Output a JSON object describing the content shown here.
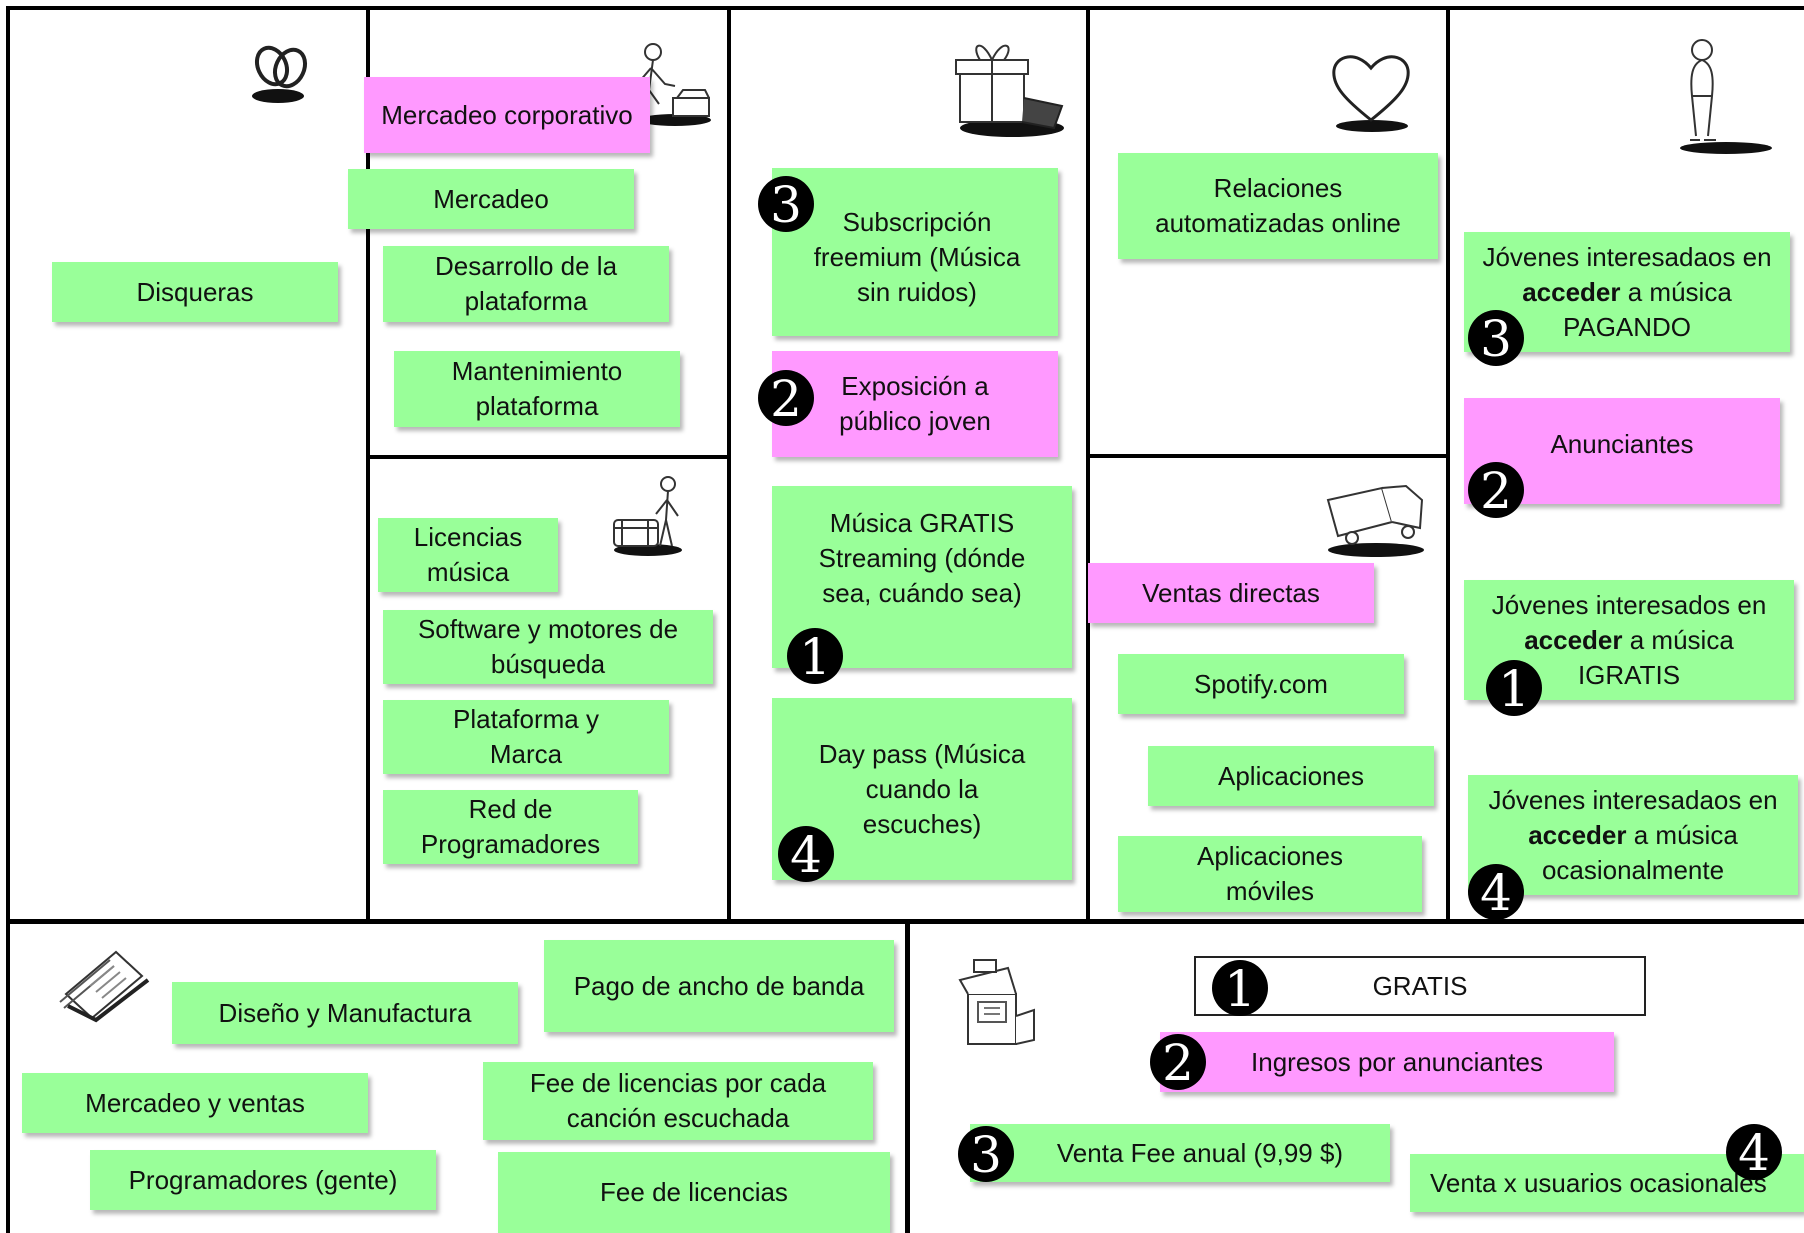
{
  "colors": {
    "green_note": "#99ff99",
    "pink_note": "#ff99ff",
    "border": "#000000"
  },
  "blocks": {
    "key_partners": {
      "icon": "linked-rings-icon",
      "notes": [
        "Disqueras"
      ]
    },
    "key_activities": {
      "icon": "person-building-icon",
      "notes": [
        "Mercadeo corporativo",
        "Mercadeo",
        "Desarrollo de la plataforma",
        "Mantenimiento plataforma"
      ]
    },
    "key_resources": {
      "icon": "worker-machine-icon",
      "notes": [
        "Licencias música",
        "Software y motores de búsqueda",
        "Plataforma y Marca",
        "Red de Programadores"
      ]
    },
    "value_propositions": {
      "icon": "gift-box-icon",
      "notes": [
        {
          "number": "3",
          "text": "Subscripción freemium (Música sin ruidos)"
        },
        {
          "number": "2",
          "text": "Exposición a público joven"
        },
        {
          "number": "1",
          "text": "Música GRATIS Streaming (dónde sea, cuándo sea)"
        },
        {
          "number": "4",
          "text": "Day pass (Música cuando la escuches)"
        }
      ]
    },
    "customer_relationships": {
      "icon": "heart-icon",
      "notes": [
        "Relaciones automatizadas online"
      ]
    },
    "channels": {
      "icon": "delivery-truck-icon",
      "notes": [
        "Ventas directas",
        "Spotify.com",
        "Aplicaciones",
        "Aplicaciones móviles"
      ]
    },
    "customer_segments": {
      "icon": "standing-person-icon",
      "segments": [
        {
          "number": "3",
          "pre": "Jóvenes interesadaos en",
          "bold": "acceder",
          "post": "a música PAGANDO"
        },
        {
          "number": "2",
          "text": "Anunciantes"
        },
        {
          "number": "1",
          "pre": "Jóvenes interesados en",
          "bold": "acceder",
          "post": "a música IGRATIS"
        },
        {
          "number": "4",
          "pre": "Jóvenes interesadaos en",
          "bold": "acceder",
          "post": "a música ocasionalmente"
        }
      ]
    },
    "cost_structure": {
      "icon": "document-pages-icon",
      "notes": [
        "Diseño y Manufactura",
        "Pago de ancho de banda",
        "Mercadeo y ventas",
        "Fee de licencias por cada canción escuchada",
        "Programadores (gente)",
        "Fee de licencias"
      ]
    },
    "revenue_streams": {
      "icon": "cash-register-icon",
      "notes": [
        {
          "number": "1",
          "text": "GRATIS"
        },
        {
          "number": "2",
          "text": "Ingresos por anunciantes"
        },
        {
          "number": "3",
          "text": "Venta Fee anual (9,99 $)"
        },
        {
          "number": "4",
          "text": "Venta x usuarios ocasionales"
        }
      ]
    }
  }
}
